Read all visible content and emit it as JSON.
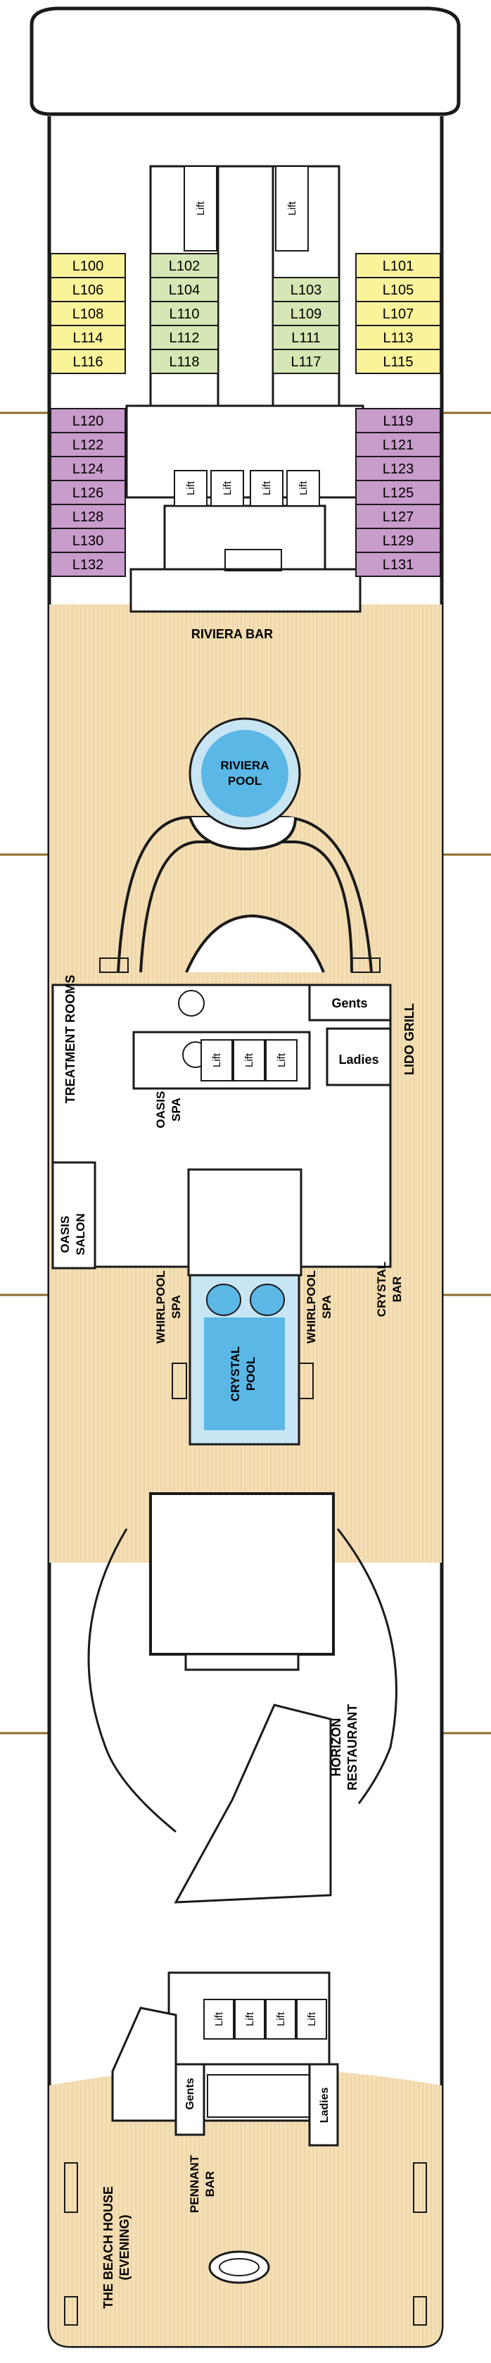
{
  "colors": {
    "hull": "#ffffff",
    "outline": "#1a1a1a",
    "deck_wood": "#f4dfb6",
    "deck_stripe": "#e8cc98",
    "cabin_yellow": "#faf39a",
    "cabin_green": "#d5e7b4",
    "cabin_purple": "#c89ccb",
    "pool_water": "#5ab7e6",
    "pool_rim": "#c8e5f3",
    "waterline": "#8c6a2a"
  },
  "cabins": {
    "yellow_left": [
      "L100",
      "L106",
      "L108",
      "L114",
      "L116"
    ],
    "green_left": [
      "L102",
      "L104",
      "L110",
      "L112",
      "L118"
    ],
    "green_right": [
      "L103",
      "L109",
      "L111",
      "L117"
    ],
    "yellow_right": [
      "L101",
      "L105",
      "L107",
      "L113",
      "L115"
    ],
    "purple_left": [
      "L120",
      "L122",
      "L124",
      "L126",
      "L128",
      "L130",
      "L132"
    ],
    "purple_right": [
      "L119",
      "L121",
      "L123",
      "L125",
      "L127",
      "L129",
      "L131"
    ]
  },
  "lift_label": "Lift",
  "areas": {
    "riviera_bar": "RIVIERA BAR",
    "riviera_pool_line1": "RIVIERA",
    "riviera_pool_line2": "POOL",
    "gents": "Gents",
    "ladies": "Ladies",
    "treatment_rooms": "TREATMENT ROOMS",
    "oasis_spa_line1": "OASIS",
    "oasis_spa_line2": "SPA",
    "lido_grill": "LIDO GRILL",
    "oasis_salon_line1": "OASIS",
    "oasis_salon_line2": "SALON",
    "whirlpool_spa_line1": "WHIRLPOOL",
    "whirlpool_spa_line2": "SPA",
    "crystal_bar_line1": "CRYSTAL",
    "crystal_bar_line2": "BAR",
    "crystal_pool_line1": "CRYSTAL",
    "crystal_pool_line2": "POOL",
    "horizon_restaurant_line1": "HORIZON",
    "horizon_restaurant_line2": "RESTAURANT",
    "beach_house_line1": "THE BEACH HOUSE",
    "beach_house_line2": "(EVENING)",
    "pennant_bar_line1": "PENNANT",
    "pennant_bar_line2": "BAR"
  }
}
